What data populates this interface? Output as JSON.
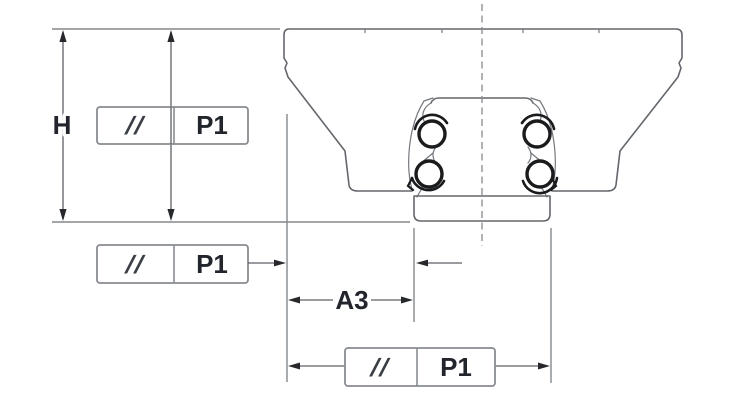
{
  "labels": {
    "height_dimension": "H",
    "offset_dimension": "A3"
  },
  "tolerance_frames": [
    {
      "symbol": "//",
      "datum": "P1"
    },
    {
      "symbol": "//",
      "datum": "P1"
    },
    {
      "symbol": "//",
      "datum": "P1"
    }
  ],
  "colors": {
    "background": "#ffffff",
    "outline_gray": "#63676c",
    "dimension_gray": "#5e6266",
    "extension_gray": "#84888c",
    "arrowhead_dark": "#26282b",
    "ball_dark": "#1a1b1d",
    "frame_border": "#888c91",
    "label_text": "#22252c"
  }
}
